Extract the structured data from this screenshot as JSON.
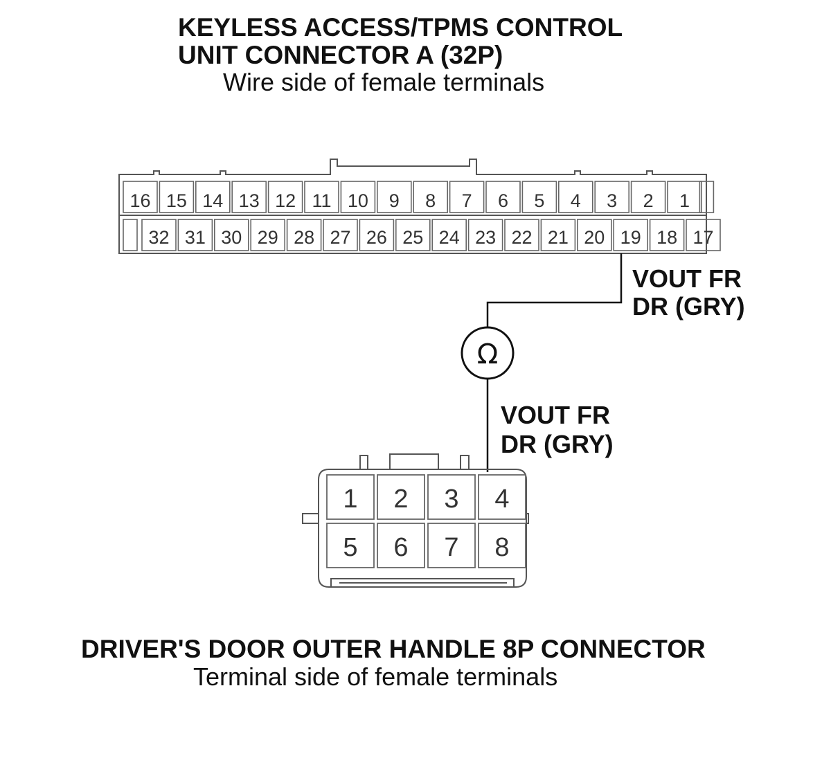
{
  "connector_a": {
    "title_line1": "KEYLESS ACCESS/TPMS CONTROL",
    "title_line2": "UNIT CONNECTOR A (32P)",
    "subtitle": "Wire side of female terminals",
    "row1": [
      "16",
      "15",
      "14",
      "13",
      "12",
      "11",
      "10",
      "9",
      "8",
      "7",
      "6",
      "5",
      "4",
      "3",
      "2",
      "1"
    ],
    "row2": [
      "32",
      "31",
      "30",
      "29",
      "28",
      "27",
      "26",
      "25",
      "24",
      "23",
      "22",
      "21",
      "20",
      "19",
      "18",
      "17"
    ]
  },
  "wire_labels": {
    "upper_line1": "VOUT FR",
    "upper_line2": "DR (GRY)",
    "lower_line1": "VOUT FR",
    "lower_line2": "DR (GRY)"
  },
  "meter": {
    "symbol": "Ω",
    "icon": "ohmmeter-icon"
  },
  "connector_b": {
    "title": "DRIVER'S DOOR OUTER HANDLE 8P CONNECTOR",
    "subtitle": "Terminal side of female terminals",
    "row1": [
      "1",
      "2",
      "3",
      "4"
    ],
    "row2": [
      "5",
      "6",
      "7",
      "8"
    ]
  }
}
